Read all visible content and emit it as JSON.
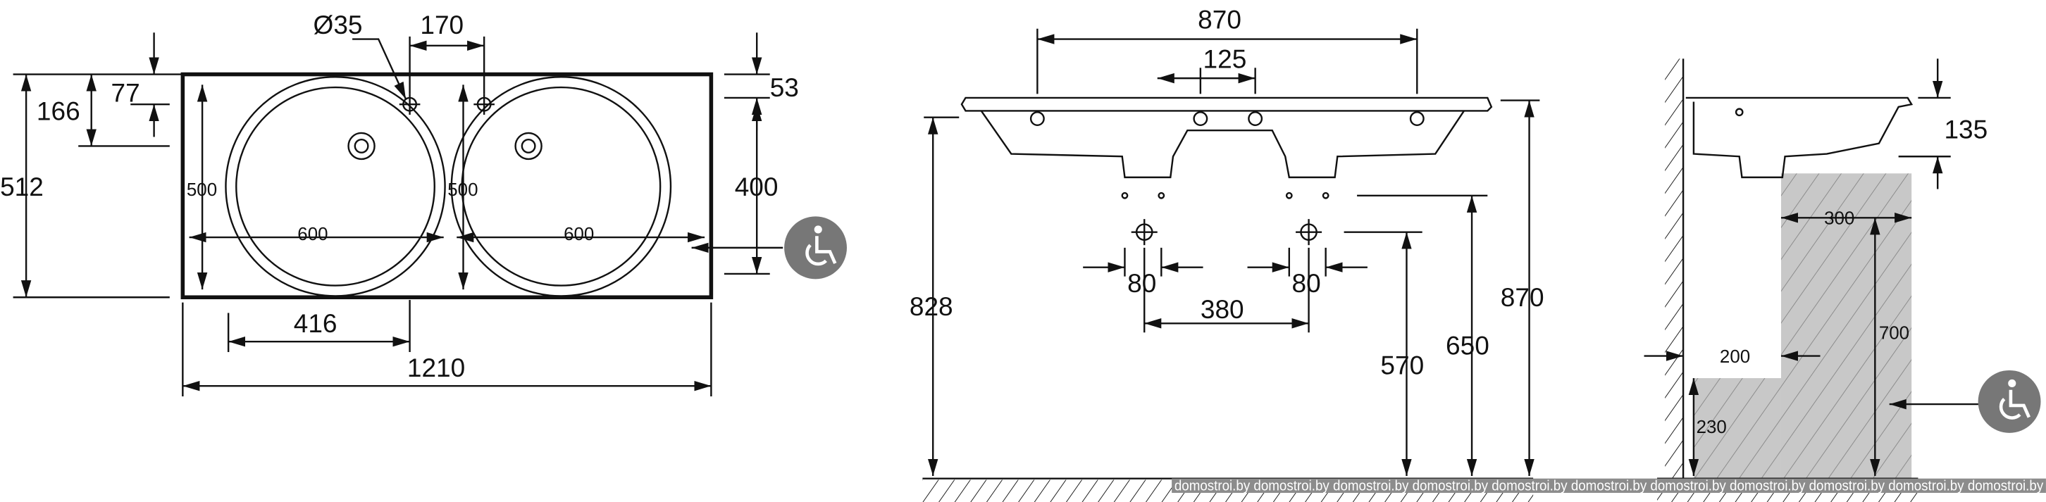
{
  "plan_view": {
    "labels": {
      "hole_diameter": "Ø35",
      "tap_spacing": "170",
      "top_offset_53": "53",
      "depth_166": "166",
      "depth_77": "77",
      "overall_depth": "512",
      "bowl_depth_left": "500",
      "bowl_depth_right": "500",
      "bowl_width_left": "600",
      "bowl_width_right": "600",
      "front_to_400": "400",
      "drain_offset": "416",
      "overall_width": "1210"
    },
    "icon": "wheelchair-accessibility-icon"
  },
  "front_view": {
    "labels": {
      "bowl_centers": "870",
      "tap_holes": "125",
      "height_828": "828",
      "height_870": "870",
      "height_650": "650",
      "height_570": "570",
      "waste_left": "80",
      "waste_right": "80",
      "waste_spacing": "380"
    }
  },
  "side_view": {
    "labels": {
      "basin_height": "135",
      "knee_depth": "300",
      "clearance_200": "200",
      "clearance_700": "700",
      "toe_230": "230"
    },
    "icon": "wheelchair-accessibility-icon"
  },
  "watermark": {
    "text": "domostroi.by",
    "repeat": 11
  },
  "colors": {
    "zone": "#c8c8c8",
    "line": "#111111",
    "watermark_bg": "#8c8c8c"
  }
}
